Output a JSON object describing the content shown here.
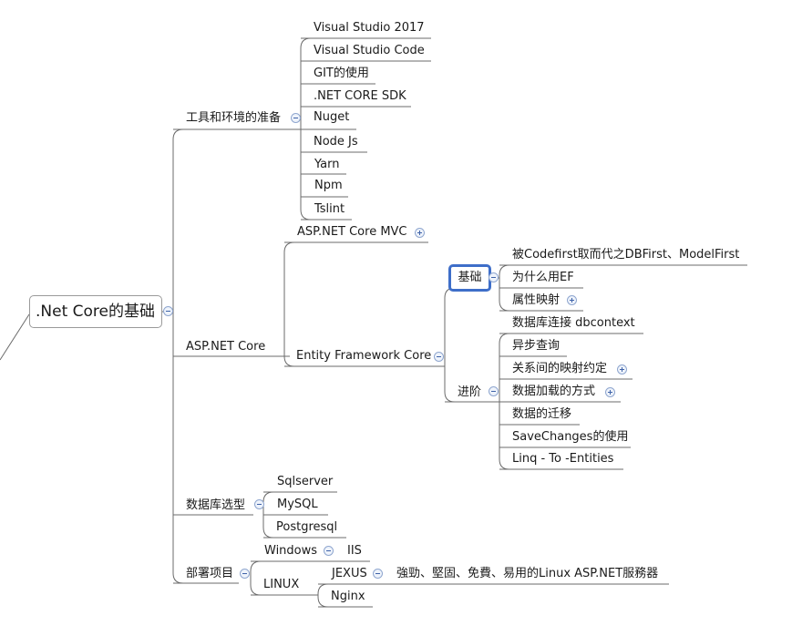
{
  "root": ".Net Core的基础",
  "tools": {
    "label": "工具和环境的准备",
    "items": [
      "Visual  Studio 2017",
      "Visual Studio Code",
      "GIT的使用",
      ".NET CORE SDK",
      "Nuget",
      "Node Js",
      "Yarn",
      "Npm",
      "Tslint"
    ]
  },
  "aspnet": {
    "label": "ASP.NET Core",
    "mvc": "ASP.NET Core MVC",
    "ef": {
      "label": "Entity Framework Core",
      "basic": {
        "label": "基础",
        "items": [
          "被Codefirst取而代之DBFirst、ModelFirst",
          "为什么用EF",
          "属性映射"
        ]
      },
      "advanced": {
        "label": "进阶",
        "items": [
          "数据库连接 dbcontext",
          "异步查询",
          "关系间的映射约定",
          "数据加载的方式",
          "数据的迁移",
          "SaveChanges的使用",
          "Linq - To -Entities"
        ]
      }
    }
  },
  "db": {
    "label": "数据库选型",
    "items": [
      "Sqlserver",
      "MySQL",
      "Postgresql"
    ]
  },
  "deploy": {
    "label": "部署项目",
    "windows": "Windows",
    "iis": "IIS",
    "linux": "LINUX",
    "jexus": "JEXUS",
    "jexus_desc": "強勁、堅固、免費、易用的Linux ASP.NET服務器",
    "nginx": "Nginx"
  }
}
